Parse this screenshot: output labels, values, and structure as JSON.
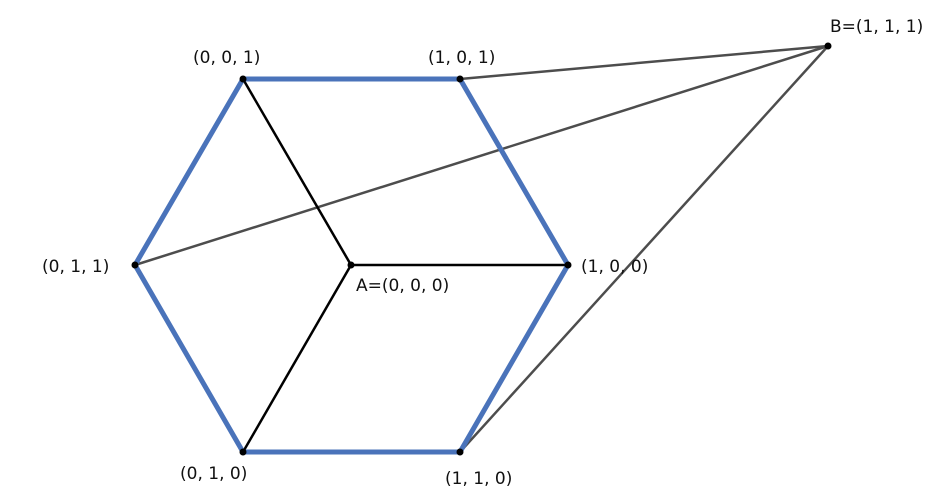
{
  "colors": {
    "hexagon_edge": "#4a73ba",
    "inner_edge": "#000000",
    "apex_edge": "#4d4d4d",
    "text": "#111111"
  },
  "points": {
    "p001": "(0, 0, 1)",
    "p101": "(1, 0, 1)",
    "p011": "(0, 1, 1)",
    "p100": "(1, 0, 0)",
    "A": "A=(0, 0, 0)",
    "p010": "(0, 1, 0)",
    "p110": "(1, 1, 0)",
    "B": "B=(1, 1, 1)"
  }
}
